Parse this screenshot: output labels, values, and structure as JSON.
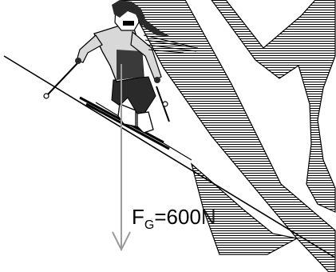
{
  "force_label": {
    "symbol": "F",
    "subscript": "G",
    "equals": "=",
    "value": "600",
    "unit": "N"
  },
  "icons": {
    "skier": "skier-illustration",
    "arrow": "gravity-force-arrow"
  },
  "colors": {
    "arrow": "#9a9a9a",
    "ink": "#000000",
    "background": "#ffffff"
  }
}
